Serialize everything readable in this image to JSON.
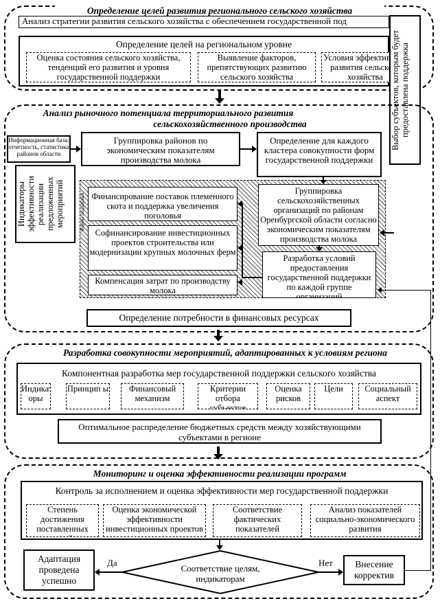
{
  "section1": {
    "title": "Определение целей развития регионального сельского хозяйства",
    "strategy": "Анализ стратегии развития сельского хозяйства с обеспечением государственной под",
    "goals_header": "Определение целей на региональном уровне",
    "sub1": "Оценка состояния сельского хозяйства, тенденций его развития и уровня государственной поддержки",
    "sub2": "Выявление факторов, препятствующих развитию сельского хозяйства",
    "sub3": "Условия эффективного развития сельского хозяйства"
  },
  "side_right": "Выбор субъектов, которым будет предоставлена поддержка",
  "section2": {
    "title_line1": "Анализ рыночного потенциала территориального развития",
    "title_line2": "сельскохозяйственного производства",
    "info_base": "Информационная база: отчетность, статистика районов области",
    "grouping_districts": "Группировка районов по экономическим показателям производства молока",
    "cluster_forms": "Определение для каждого кластера совокупности форм государственной поддержки",
    "indicators": "Индикаторы эффективности реализации предложенных мероприятий",
    "hatched_label": "Формы поддержки",
    "fin_livestock": "Финансирование поставок племенного скота и поддержка увеличения поголовья",
    "cofin": "Софинансирование инвестиционных проектов строительства или модернизации крупных молочных ферм",
    "compensation": "Компенсация затрат по производству молока",
    "grouping_orgs": "Группировка сельскохозяйственных организаций по районам Оренбургской области согласно экономическим показателям производства молока",
    "conditions": "Разработка условий предоставления государственной поддержки по каждой группе организаций",
    "fin_needs": "Определение потребности в финансовых ресурсах"
  },
  "section3": {
    "title": "Разработка совокупности мероприятий, адаптированных к условиям региона",
    "component": "Компонентная разработка мер государственной поддержки сельского хозяйства",
    "items": [
      "Индикат оры",
      "Принцип ы",
      "Финансовый механизм",
      "Критерии отбора субъектов",
      "Оценка рисков",
      "Цели",
      "Социальный аспект"
    ],
    "optimal": "Оптимальное распределение бюджетных средств между хозяйствующими субъектами в регионе"
  },
  "section4": {
    "title": "Мониторинг и оценка эффективности реализации программ",
    "control": "Контроль за исполнением и оценка эффективности мер государственной поддержки",
    "m1": "Степень достижения поставленных целей",
    "m2": "Оценка экономической эффективности инвестиционных проектов",
    "m3": "Соответствие фактических показателей индикаторам",
    "m4": "Анализ показателей социально-экономического развития",
    "adapt": "Адаптация проведена успешно",
    "diamond": "Соответствие целям, индикаторам",
    "yes": "Да",
    "no": "Нет",
    "correct": "Внесение корректив"
  }
}
